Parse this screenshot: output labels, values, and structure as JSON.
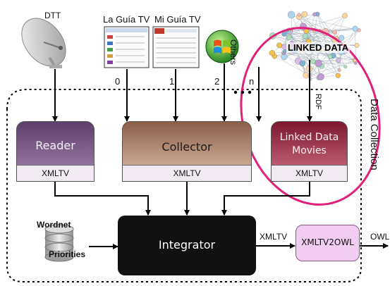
{
  "sources": {
    "dtt": "DTT",
    "la_guia_tv": "La Guía TV",
    "mi_guia_tv": "Mi Guía TV",
    "others": "Others",
    "linked_data": "LINKED DATA"
  },
  "channels": {
    "c0": "0",
    "c1": "1",
    "c2": "2",
    "cn": "n"
  },
  "rdf_label": "RDF",
  "data_collection_label": "Data Collection",
  "reader": {
    "title": "Reader",
    "format": "XMLTV"
  },
  "collector": {
    "title": "Collector",
    "format": "XMLTV"
  },
  "linked_movies": {
    "title_line1": "Linked Data",
    "title_line2": "Movies",
    "format": "XMLTV"
  },
  "wordnet_label": "Wordnet",
  "priorities_label": "Priorities",
  "integrator_label": "Integrator",
  "integrator_output_label": "XMLTV",
  "converter_label": "XMLTV2OWL",
  "owl_label": "OWL",
  "colors": {
    "reader": "#7a5a86",
    "collector": "#b98f76",
    "linked_movies": "#a8324e",
    "integrator": "#111111",
    "converter": "#f1cdf0",
    "ellipse": "#e0207a"
  }
}
